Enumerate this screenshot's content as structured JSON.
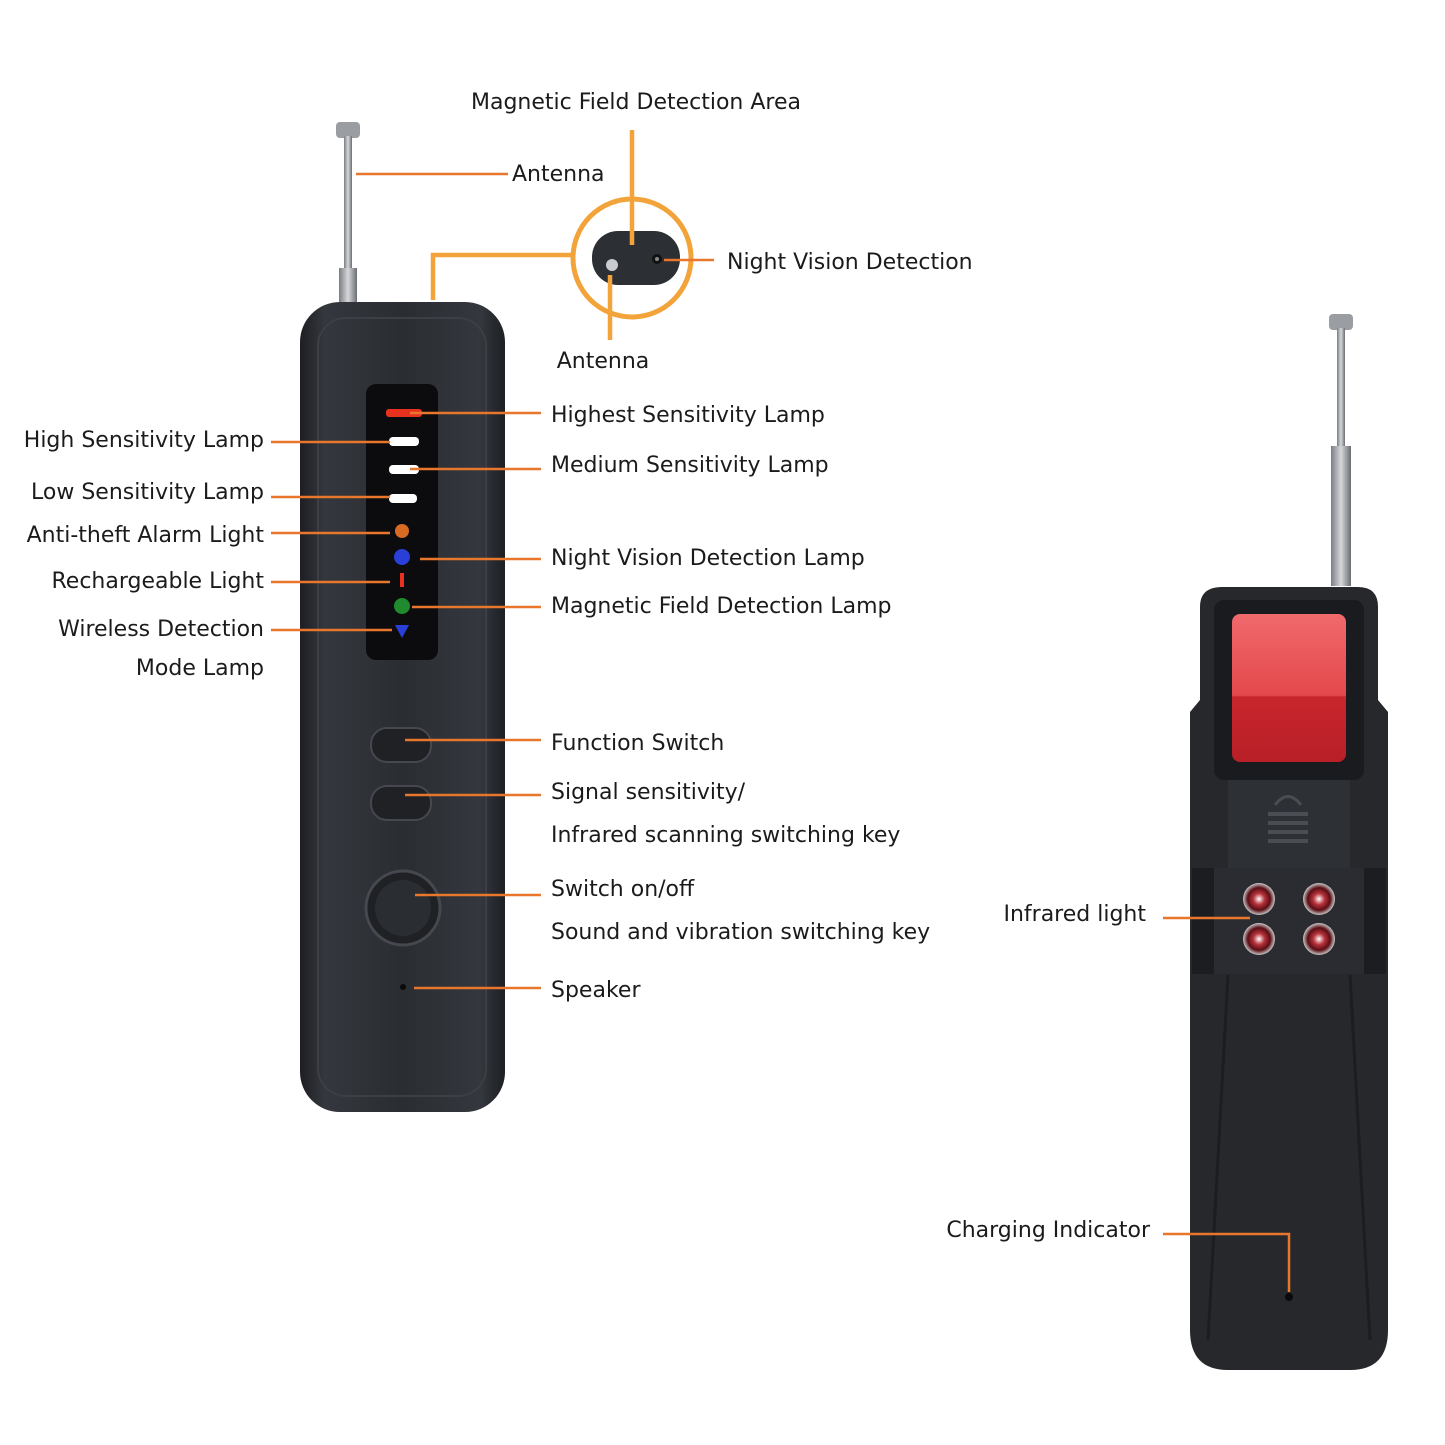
{
  "colors": {
    "leader": "#e8762c",
    "leader_zoom": "#f2a43a",
    "device_body": "#2b2e33",
    "device_edge": "#1c1e22",
    "panel": "#0c0c0e",
    "lamp_red": "#e8321f",
    "lamp_white": "#ffffff",
    "lamp_blue": "#2a3fd8",
    "lamp_green": "#1f8a2e",
    "lamp_orange": "#d86a24",
    "lens_red": "#e0464a"
  },
  "icons": {
    "antenna": "telescopic-antenna-icon",
    "anti_theft": "alarm-lamp-icon",
    "night_vision": "eye-lamp-icon",
    "charge": "charge-bar-icon",
    "magnetic": "magnet-lamp-icon",
    "wireless": "triangle-lamp-icon",
    "speaker": "speaker-hole-icon",
    "infrared": "ir-led-icon"
  },
  "labels": {
    "magnetic_field_area": "Magnetic Field Detection Area",
    "antenna_top": "Antenna",
    "night_vision_detection": "Night Vision Detection",
    "antenna_bottom": "Antenna",
    "highest_sensitivity": "Highest Sensitivity Lamp",
    "medium_sensitivity": "Medium Sensitivity Lamp",
    "high_sensitivity": "High Sensitivity Lamp",
    "low_sensitivity": "Low Sensitivity Lamp",
    "anti_theft": "Anti-theft Alarm Light",
    "rechargeable": "Rechargeable Light",
    "wireless_1": "Wireless Detection",
    "wireless_2": "Mode Lamp",
    "night_vision_lamp": "Night Vision Detection Lamp",
    "magnetic_lamp": "Magnetic Field Detection Lamp",
    "function_switch": "Function Switch",
    "signal_1": "Signal sensitivity/",
    "signal_2": "Infrared scanning switching key",
    "switch_1": "Switch on/off",
    "switch_2": "Sound and vibration switching key",
    "speaker": "Speaker",
    "infrared_light": "Infrared light",
    "charging_indicator": "Charging Indicator"
  }
}
